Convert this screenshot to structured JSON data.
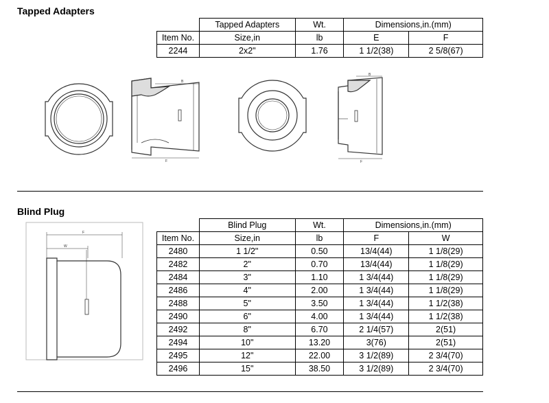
{
  "tapped": {
    "title": "Tapped Adapters",
    "head": [
      "",
      "Tapped Adapters",
      "Wt.",
      "Dimensions,in.(mm)"
    ],
    "sub": [
      "Item No.",
      "Size,in",
      "lb",
      "E",
      "F"
    ],
    "rows": [
      [
        "2244",
        "2x2\"",
        "1.76",
        "1 1/2(38)",
        "2 5/8(67)"
      ]
    ],
    "drawing_labels": {
      "b": "B",
      "f": "F"
    }
  },
  "blind": {
    "title": "Blind Plug",
    "head": [
      "",
      "Blind Plug",
      "Wt.",
      "Dimensions,in.(mm)"
    ],
    "sub": [
      "Item No.",
      "Size,in",
      "lb",
      "F",
      "W"
    ],
    "rows": [
      [
        "2480",
        "1 1/2\"",
        "0.50",
        "13/4(44)",
        "1 1/8(29)"
      ],
      [
        "2482",
        "2\"",
        "0.70",
        "13/4(44)",
        "1 1/8(29)"
      ],
      [
        "2484",
        "3\"",
        "1.10",
        "1 3/4(44)",
        "1 1/8(29)"
      ],
      [
        "2486",
        "4\"",
        "2.00",
        "1 3/4(44)",
        "1 1/8(29)"
      ],
      [
        "2488",
        "5\"",
        "3.50",
        "1 3/4(44)",
        "1 1/2(38)"
      ],
      [
        "2490",
        "6\"",
        "4.00",
        "1 3/4(44)",
        "1 1/2(38)"
      ],
      [
        "2492",
        "8\"",
        "6.70",
        "2 1/4(57)",
        "2(51)"
      ],
      [
        "2494",
        "10\"",
        "13.20",
        "3(76)",
        "2(51)"
      ],
      [
        "2495",
        "12\"",
        "22.00",
        "3 1/2(89)",
        "2 3/4(70)"
      ],
      [
        "2496",
        "15\"",
        "38.50",
        "3 1/2(89)",
        "2 3/4(70)"
      ]
    ],
    "drawing_labels": {
      "f": "F",
      "w": "W"
    }
  }
}
